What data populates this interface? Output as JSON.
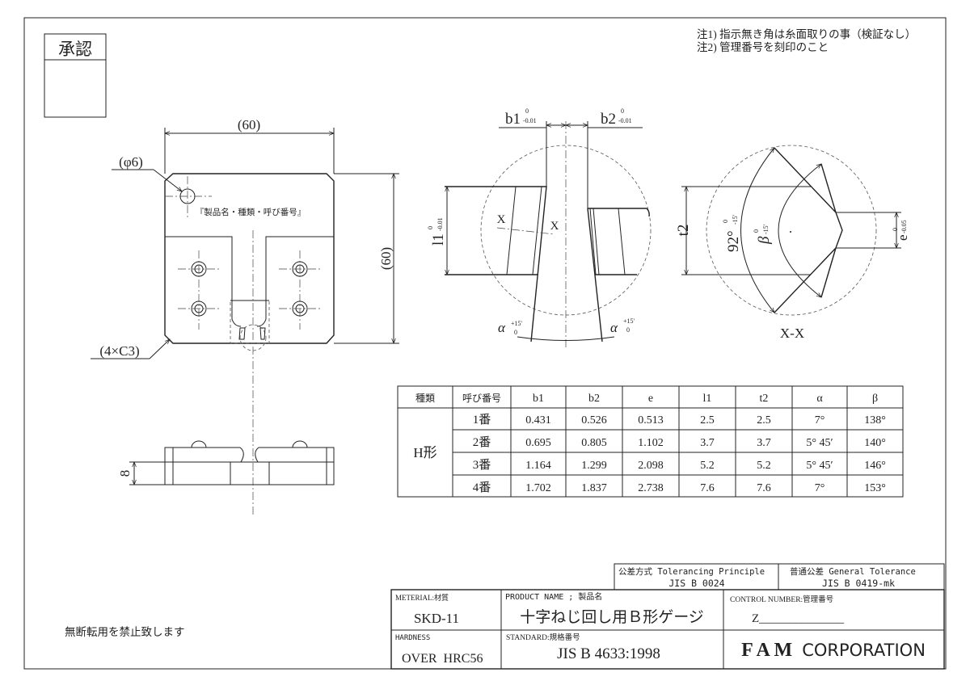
{
  "approval": {
    "label": "承認"
  },
  "notes": [
    "注1) 指示無き角は糸面取りの事（検証なし）",
    "注2) 管理番号を刻印のこと"
  ],
  "front_view": {
    "width_dim": "(60)",
    "height_dim": "(60)",
    "hole_dim": "(φ6)",
    "chamfer_dim": "(4×C3)",
    "engraving": "『製品名・種類・呼び番号』"
  },
  "side_view": {
    "thickness_dim": "8"
  },
  "detail_view": {
    "b1": "b1",
    "b1_upper": "0",
    "b1_lower": "-0.01",
    "b2": "b2",
    "b2_upper": "0",
    "b2_lower": "-0.01",
    "l1": "l1",
    "l1_upper": "0",
    "l1_lower": "-0.01",
    "alpha": "α",
    "alpha_upper": "+15'",
    "alpha_lower": "0",
    "marker": "X"
  },
  "section_view": {
    "title": "X-X",
    "t2": "t2",
    "angle": "92°",
    "angle_upper": "0",
    "angle_lower": "-15'",
    "beta": "β",
    "beta_upper": "0",
    "beta_lower": "-15'",
    "e": "e",
    "e_upper": "0",
    "e_lower": "-0.05"
  },
  "table": {
    "headers": [
      "種類",
      "呼び番号",
      "b1",
      "b2",
      "e",
      "l1",
      "t2",
      "α",
      "β"
    ],
    "type": "H形",
    "rows": [
      [
        "1番",
        "0.431",
        "0.526",
        "0.513",
        "2.5",
        "2.5",
        "7°",
        "138°"
      ],
      [
        "2番",
        "0.695",
        "0.805",
        "1.102",
        "3.7",
        "3.7",
        "5° 45′",
        "140°"
      ],
      [
        "3番",
        "1.164",
        "1.299",
        "2.098",
        "5.2",
        "5.2",
        "5° 45′",
        "146°"
      ],
      [
        "4番",
        "1.702",
        "1.837",
        "2.738",
        "7.6",
        "7.6",
        "7°",
        "153°"
      ]
    ]
  },
  "title_block": {
    "tolerancing_label": "公差方式  Tolerancing Principle",
    "tolerancing_value": "JIS B 0024",
    "general_label": "普通公差  General Tolerance",
    "general_value": "JIS B 0419-mk",
    "material_label": "METERIAL:材質",
    "material_value": "SKD-11",
    "product_label": "PRODUCT NAME ; 製品名",
    "product_value": "十字ねじ回し用Ｂ形ゲージ",
    "control_label": "CONTROL NUMBER:管理番号",
    "control_value": "Z______________",
    "hardness_label": "HARDNESS",
    "hardness_value": "OVER  HRC56",
    "standard_label": "STANDARD:規格番号",
    "standard_value": "JIS B 4633:1998",
    "company_bold": "F A M",
    "company_rest": "CORPORATION"
  },
  "copyright_notice": "無断転用を禁止致します"
}
